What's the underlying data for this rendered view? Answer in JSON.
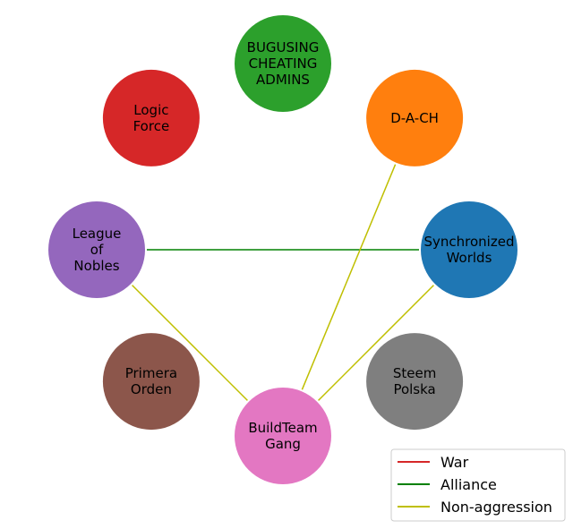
{
  "nodes": [
    {
      "id": "bugusing",
      "lines": [
        "BUGUSING",
        "CHEATING",
        "ADMINS"
      ],
      "color": "#2ca02c"
    },
    {
      "id": "dach",
      "lines": [
        "D-A-CH"
      ],
      "color": "#ff7f0e"
    },
    {
      "id": "synchronized",
      "lines": [
        "Synchronized",
        "Worlds"
      ],
      "color": "#1f77b4"
    },
    {
      "id": "steem",
      "lines": [
        "Steem",
        "Polska"
      ],
      "color": "#7f7f7f"
    },
    {
      "id": "buildteam",
      "lines": [
        "BuildTeam",
        "Gang"
      ],
      "color": "#e377c2"
    },
    {
      "id": "primera",
      "lines": [
        "Primera",
        "Orden"
      ],
      "color": "#8c564b"
    },
    {
      "id": "league",
      "lines": [
        "League",
        "of",
        "Nobles"
      ],
      "color": "#9467bd"
    },
    {
      "id": "logic",
      "lines": [
        "Logic",
        "Force"
      ],
      "color": "#d62728"
    }
  ],
  "edges": [
    {
      "from": "league",
      "to": "synchronized",
      "type": "alliance"
    },
    {
      "from": "dach",
      "to": "buildteam",
      "type": "non-aggression"
    },
    {
      "from": "synchronized",
      "to": "buildteam",
      "type": "non-aggression"
    },
    {
      "from": "league",
      "to": "buildteam",
      "type": "non-aggression"
    }
  ],
  "legend": {
    "items": [
      {
        "type": "war",
        "label": "War",
        "color": "#d62728"
      },
      {
        "type": "alliance",
        "label": "Alliance",
        "color": "#008000"
      },
      {
        "type": "non-aggression",
        "label": "Non-aggression",
        "color": "#bfbf00"
      }
    ]
  }
}
